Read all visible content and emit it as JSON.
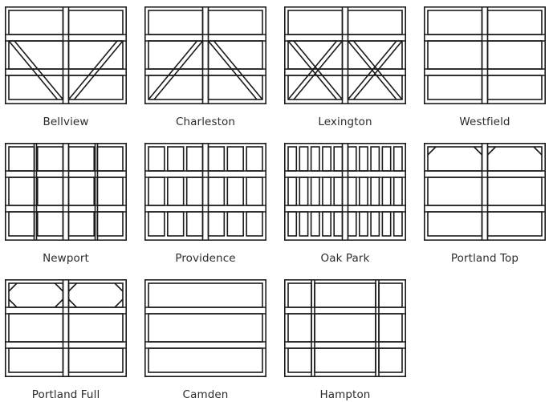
{
  "styles": [
    {
      "name": "Bellview",
      "pattern": "cross-bottom"
    },
    {
      "name": "Charleston",
      "pattern": "cross-both"
    },
    {
      "name": "Lexington",
      "pattern": "x-both"
    },
    {
      "name": "Westfield",
      "pattern": "two-panel"
    },
    {
      "name": "Newport",
      "pattern": "four-panel"
    },
    {
      "name": "Providence",
      "pattern": "six-panel"
    },
    {
      "name": "Oak Park",
      "pattern": "ten-panel"
    },
    {
      "name": "Portland Top",
      "pattern": "corner-top"
    },
    {
      "name": "Portland Full",
      "pattern": "corner-full"
    },
    {
      "name": "Camden",
      "pattern": "long-panel"
    },
    {
      "name": "Hampton",
      "pattern": "hampton"
    }
  ]
}
